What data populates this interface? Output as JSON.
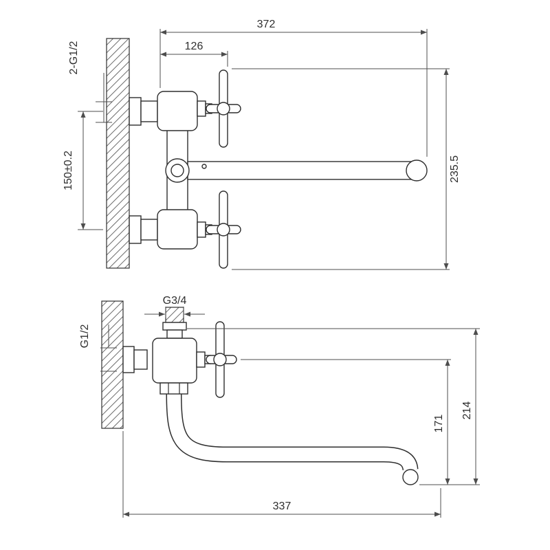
{
  "drawing": {
    "front_view": {
      "dim_total_width": "372",
      "dim_handle_offset": "126",
      "dim_inlet_thread": "2-G1/2",
      "dim_inlet_spacing": "150±0.2",
      "dim_overall_height": "235.5"
    },
    "side_view": {
      "dim_top_thread": "G3/4",
      "dim_wall_thread": "G1/2",
      "dim_spout_drop": "171",
      "dim_overall_height": "214",
      "dim_spout_reach": "337"
    }
  }
}
